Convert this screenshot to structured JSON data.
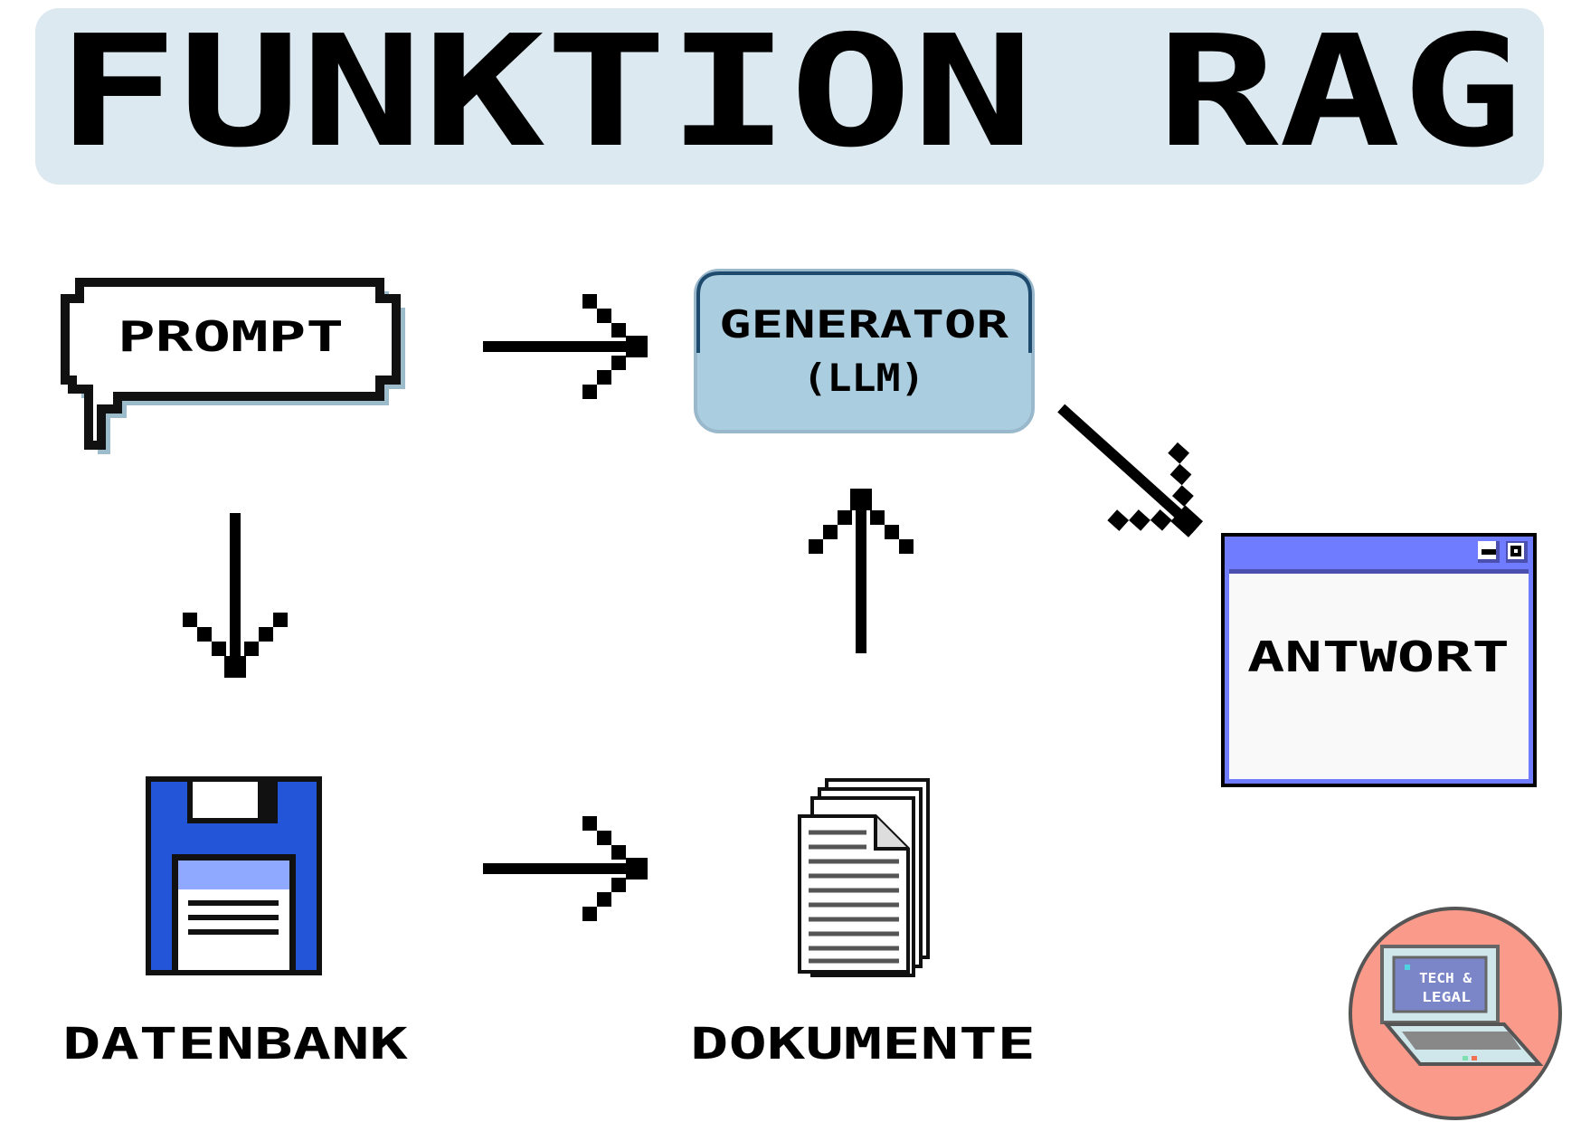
{
  "title": "FUNKTION RAG",
  "nodes": {
    "prompt": "PROMPT",
    "generator_line1": "GENERATOR",
    "generator_line2": "(LLM)",
    "answer": "ANTWORT",
    "database": "DATENBANK",
    "documents": "DOKUMENTE"
  },
  "logo": {
    "line1": "TECH &",
    "line2": "LEGAL"
  },
  "colors": {
    "title_bg": "#dce9f0",
    "generator_bg": "#abcde0",
    "window_blue": "#6f7cff",
    "floppy_blue": "#2255d8",
    "logo_bg": "#f99a8a"
  }
}
